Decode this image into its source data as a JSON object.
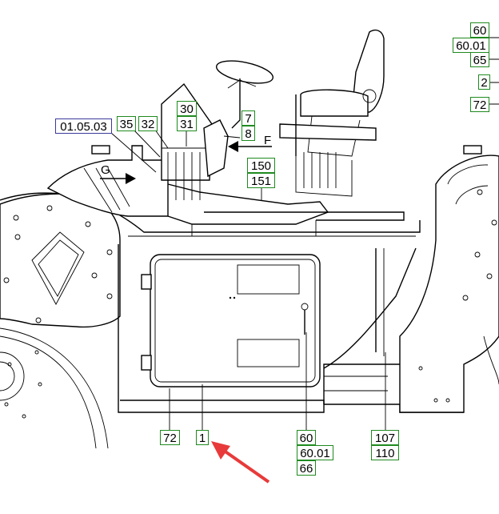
{
  "colors": {
    "callout_border": "#1f8a1f",
    "reference_border": "#3a3a9c",
    "arrow": "#e83a3a",
    "line": "#000000"
  },
  "references": {
    "drawing_ref": "01.05.03"
  },
  "view_arrows": {
    "f": "F",
    "g": "G"
  },
  "callouts": {
    "c60_top": "60",
    "c6001_top": "60.01",
    "c65": "65",
    "c2": "2",
    "c72_top": "72",
    "c35": "35",
    "c32": "32",
    "c30": "30",
    "c31": "31",
    "c7": "7",
    "c8": "8",
    "c150": "150",
    "c151": "151",
    "c72_bottom": "72",
    "c1": "1",
    "c60_bottom": "60",
    "c6001_bottom": "60.01",
    "c66": "66",
    "c107": "107",
    "c110": "110"
  }
}
